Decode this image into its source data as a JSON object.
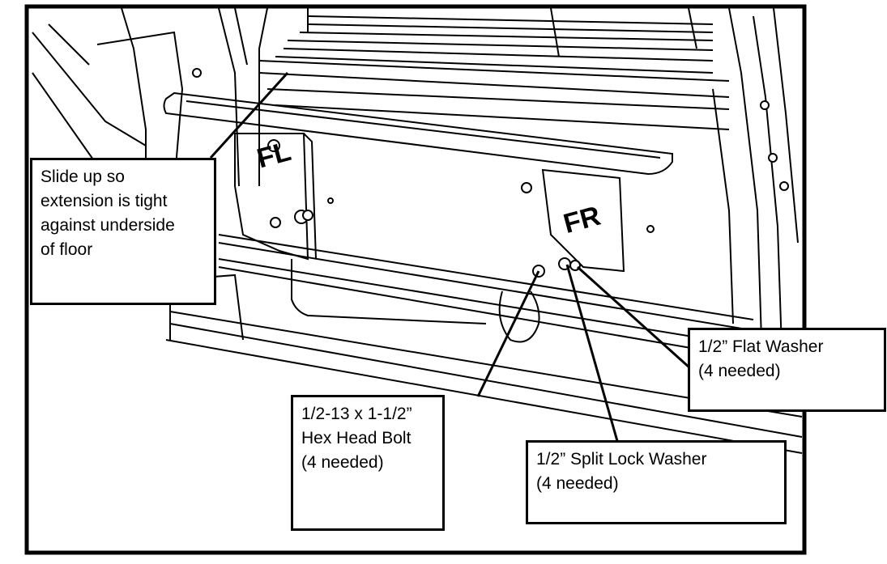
{
  "callouts": {
    "slide_up": {
      "lines": [
        "Slide up so",
        "extension is tight",
        "against underside",
        "of floor"
      ]
    },
    "flat_washer": {
      "lines": [
        "1/2” Flat Washer",
        "(4 needed)"
      ]
    },
    "hex_bolt": {
      "lines": [
        "1/2-13 x 1-1/2”",
        "Hex Head Bolt",
        "(4 needed)"
      ]
    },
    "split_lock_washer": {
      "lines": [
        "1/2” Split Lock Washer",
        "(4 needed)"
      ]
    }
  },
  "part_markings": {
    "left_bracket": "FL",
    "right_bracket": "FR"
  }
}
